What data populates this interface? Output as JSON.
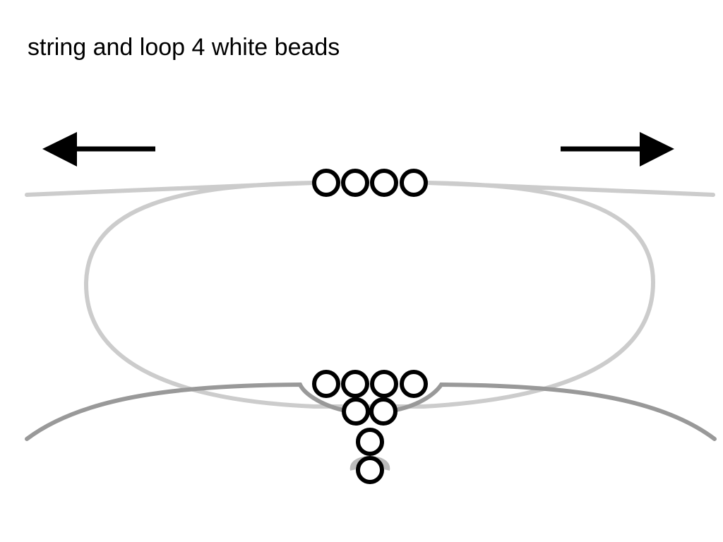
{
  "title": "string and loop 4 white beads",
  "colors": {
    "bead_outline": "#000000",
    "bead_fill": "#ffffff",
    "loop_string": "#cccccc",
    "lower_string": "#999999",
    "arrow": "#000000"
  },
  "beads": {
    "top_row": 4,
    "bottom_row": 4,
    "second_row": 2,
    "tail": 2
  }
}
